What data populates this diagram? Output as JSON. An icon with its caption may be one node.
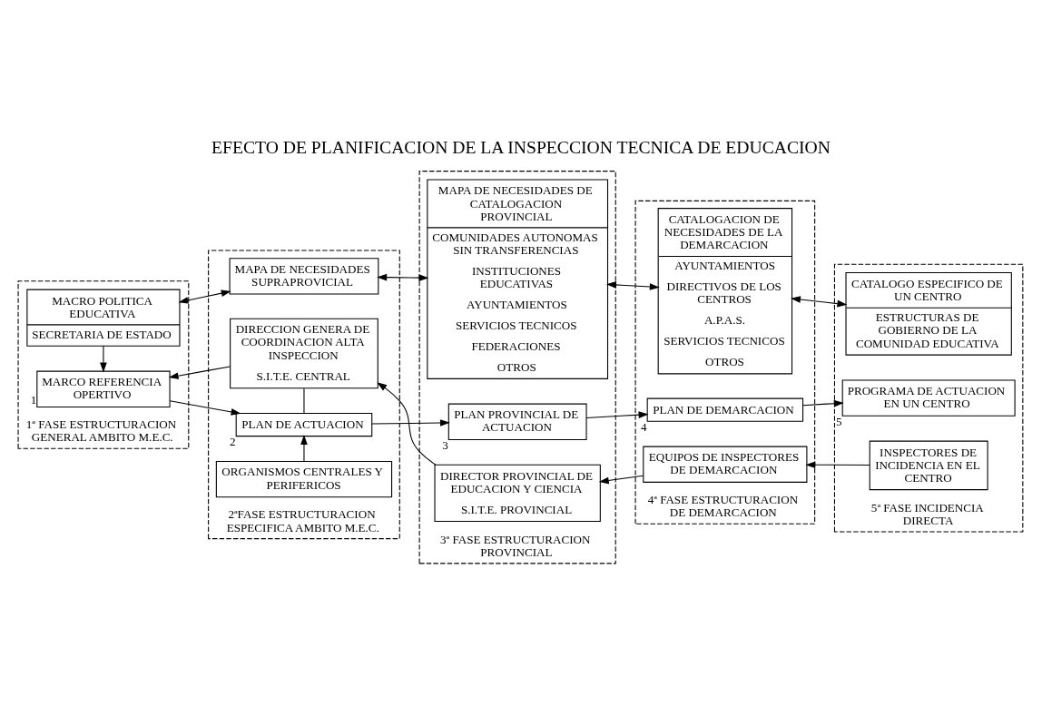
{
  "diagram": {
    "title": "EFECTO DE PLANIFICACION DE LA INSPECCION TECNICA DE EDUCACION",
    "nodes": [
      {
        "text": [
          "1ª FASE ESTRUCTURACION GENERAL AMBITO M.E.C."
        ]
      },
      {
        "text": [
          "MACRO POLITICA EDUCATIVA",
          "SECRETARIA DE ESTADO"
        ],
        "in": 0
      },
      {
        "text": [
          "MARCO REFERENCIA OPERTIVO"
        ],
        "beside": [
          "1"
        ],
        "in": 0
      },
      {
        "text": [
          "2ªFASE ESTRUCTURACION ESPECIFICA AMBITO M.E.C."
        ]
      },
      {
        "text": [
          "MAPA DE NECESIDADES SUPRAPROVICIAL"
        ],
        "in": 3
      },
      {
        "text": [
          "ORGANISMOS CENTRALES Y PERIFERICOS"
        ],
        "in": 3
      },
      {
        "text": [
          "PLAN DE ACTUACION"
        ],
        "beside": [
          "2"
        ],
        "in": 3
      },
      {
        "text": [
          "DIRECCION GENERA DE COORDINACION ALTA INSPECCION",
          "S.I.T.E. CENTRAL"
        ],
        "in": 3
      },
      {
        "text": [
          "3ª FASE ESTRUCTURACION PROVINCIAL"
        ]
      },
      {
        "text": [
          "MAPA DE NECESIDADES DE CATALOGACION PROVINCIAL",
          "COMUNIDADES AUTONOMAS SIN TRANSFERENCIAS",
          "INSTITUCIONES EDUCATIVAS",
          "AYUNTAMIENTOS",
          "SERVICIOS TECNICOS",
          "FEDERACIONES",
          "OTROS"
        ],
        "in": 8
      },
      {
        "text": [
          "PLAN PROVINCIAL DE ACTUACION"
        ],
        "beside": [
          "3"
        ],
        "in": 8
      },
      {
        "text": [
          "DIRECTOR PROVINCIAL DE EDUCACION Y CIENCIA",
          "S.I.T.E. PROVINCIAL"
        ],
        "in": 8
      },
      {
        "text": [
          "4ª FASE ESTRUCTURACION DE DEMARCACION"
        ]
      },
      {
        "text": [
          "CATALOGACION DE NECESIDADES DE LA DEMARCACION",
          "AYUNTAMIENTOS",
          "DIRECTIVOS DE LOS CENTROS",
          "A.P.A.S.",
          "SERVICIOS TECNICOS",
          "OTROS"
        ],
        "in": 12
      },
      {
        "text": [
          "PLAN DE DEMARCACION"
        ],
        "beside": [
          "4"
        ],
        "in": 12
      },
      {
        "text": [
          "EQUIPOS DE INSPECTORES DE DEMARCACION"
        ],
        "in": 12
      },
      {
        "text": [
          "5ª FASE INCIDENCIA DIRECTA"
        ]
      },
      {
        "text": [
          "CATALOGO ESPECIFICO DE UN CENTRO",
          "ESTRUCTURAS DE GOBIERNO DE LA COMUNIDAD EDUCATIVA"
        ],
        "in": 16
      },
      {
        "text": [
          "PROGRAMA DE ACTUACION EN UN CENTRO"
        ],
        "beside": [
          "5"
        ],
        "in": 16
      },
      {
        "text": [
          "INSPECTORES DE INCIDENCIA EN EL CENTRO"
        ],
        "in": 16
      }
    ],
    "edges": [
      {
        "from": 1,
        "to": 2,
        "arrow": "to"
      },
      {
        "from": 1,
        "to": 4,
        "arrow": "both"
      },
      {
        "from": 4,
        "to": 9,
        "arrow": "both"
      },
      {
        "from": 9,
        "to": 13,
        "arrow": "both"
      },
      {
        "from": 13,
        "to": 17,
        "arrow": "both"
      },
      {
        "from": 5,
        "to": 6,
        "arrow": "to"
      },
      {
        "from": 6,
        "to": 7,
        "arrow": "none"
      },
      {
        "from": 2,
        "to": 6,
        "arrow": "to"
      },
      {
        "from": 6,
        "to": 10,
        "arrow": "to"
      },
      {
        "from": 10,
        "to": 14,
        "arrow": "to"
      },
      {
        "from": 14,
        "to": 18,
        "arrow": "to"
      },
      {
        "from": 19,
        "to": 15,
        "arrow": "to"
      },
      {
        "from": 15,
        "to": 11,
        "arrow": "to"
      },
      {
        "from": 11,
        "to": 7,
        "arrow": "to"
      },
      {
        "from": 7,
        "to": 2,
        "arrow": "to"
      }
    ]
  }
}
